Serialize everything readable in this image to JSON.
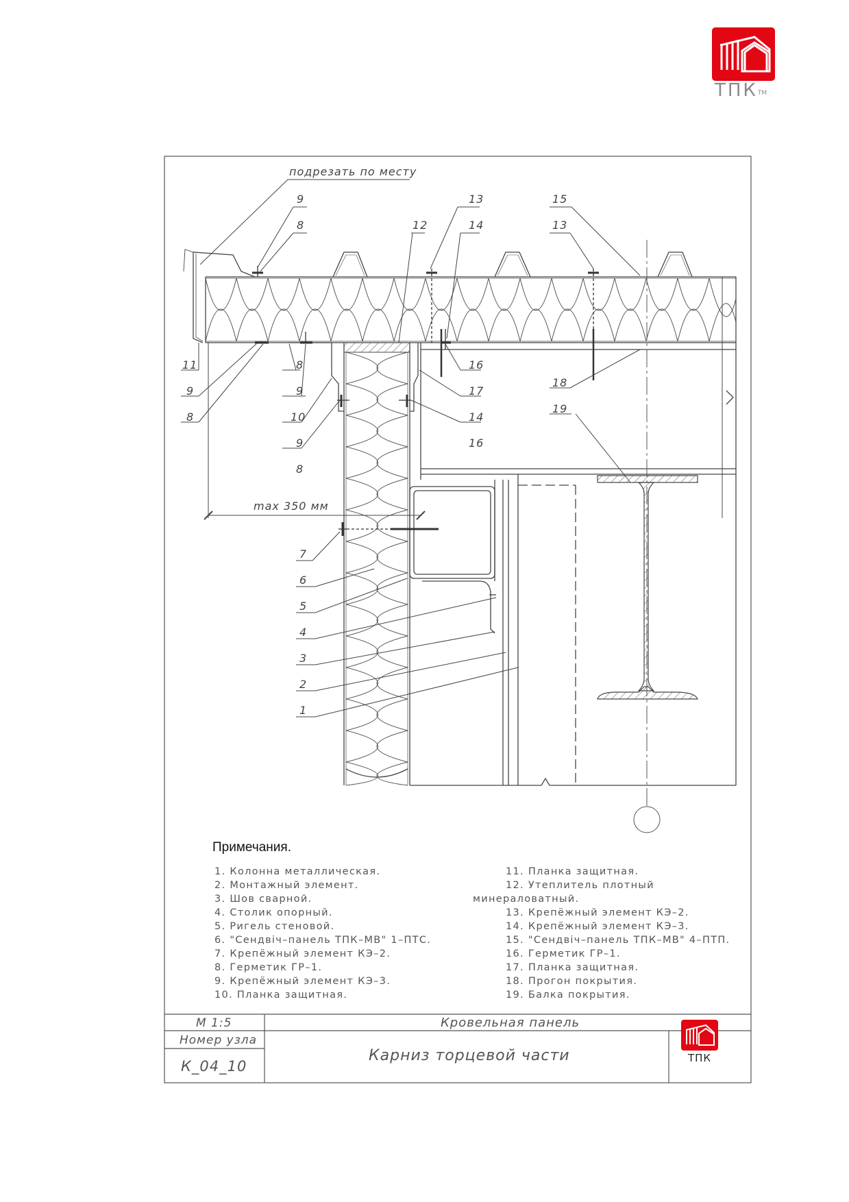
{
  "brand": {
    "logo_text": "ТПК",
    "tm": "TM",
    "small_logo_text": "ТПК",
    "color": "#e30613"
  },
  "drawing": {
    "cut_note": "подрезать по месту",
    "dimension": "max 350 мм",
    "callouts": [
      "9",
      "8",
      "12",
      "13",
      "14",
      "15",
      "13",
      "11",
      "9",
      "8",
      "8",
      "9",
      "16",
      "17",
      "18",
      "10",
      "14",
      "19",
      "9",
      "16",
      "8",
      "7",
      "6",
      "5",
      "4",
      "3",
      "2",
      "1"
    ]
  },
  "notes": {
    "title": "Примечания.",
    "left": [
      "1.   Колонна металлическая.",
      "2.   Монтажный элемент.",
      "3.   Шов сварной.",
      "4.   Столик опорный.",
      "5.   Ригель стеновой.",
      "6.   \"Сендвіч–панель ТПК–МВ\" 1–ПТС.",
      "7.   Крепёжный элемент КЭ–2.",
      "8.   Герметик ГР–1.",
      "9.   Крепёжный элемент КЭ–3.",
      "10. Планка защитная."
    ],
    "right": [
      "11.  Планка защитная.",
      "12.  Утеплитель плотный",
      "минераловатный.",
      "13.  Крепёжный элемент КЭ–2.",
      "14.  Крепёжный элемент КЭ–3.",
      "15.  \"Сендвіч–панель ТПК–МВ\" 4–ПТП.",
      "16.  Герметик ГР–1.",
      "17.  Планка защитная.",
      "18.  Прогон покрытия.",
      "19.  Балка покрытия."
    ]
  },
  "title_block": {
    "scale": "М 1:5",
    "node_label": "Номер узла",
    "node_number": "К_04_10",
    "category": "Кровельная панель",
    "title": "Карниз торцевой части"
  }
}
